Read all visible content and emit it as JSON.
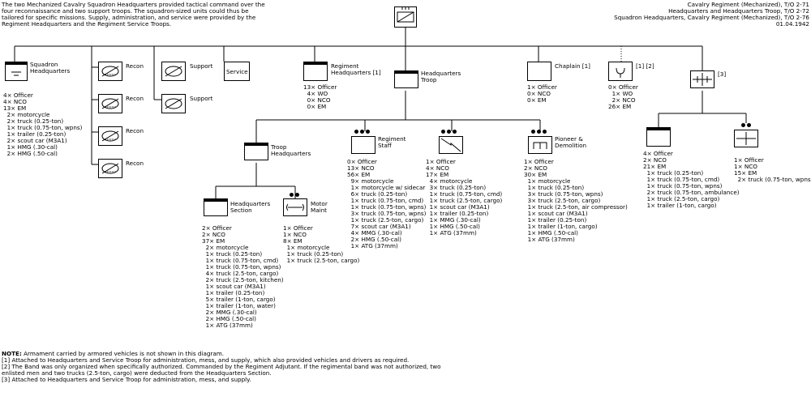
{
  "intro": "The two Mechanized Cavalry Squadron Headquarters provided tactical command over the four reconnaissance and two support troops. The squadron-sized units could thus be tailored for specific missions. Supply, administration, and service were provided by the Regiment Headquarters and the Regiment Service Troops.",
  "header": {
    "line1": "Cavalry Regiment (Mechanized), T/O 2-71",
    "line2": "Headquarters and Headquarters Troop, T/O 2-72",
    "line3": "Squadron Headquarters, Cavalry Regiment (Mechanized), T/O 2-76",
    "date": "01.04.1942"
  },
  "units": {
    "sqhq": {
      "label": "Squadron\nHeadquarters",
      "alloc": [
        "4× Officer",
        "4× NCO",
        "13× EM",
        "  2× motorcycle",
        "  2× truck (0.25-ton)",
        "  1× truck (0.75-ton, wpns)",
        "  1× trailer (0.25-ton)",
        "  2× scout car (M3A1)",
        "  1× HMG (.30-cal)",
        "  2× HMG (.50-cal)"
      ]
    },
    "recon": "Recon",
    "support": "Support",
    "service": "Service",
    "reghq": {
      "label": "Regiment\nHeadquarters [1]",
      "alloc": [
        "13× Officer",
        "  4× WO",
        "  0× NCO",
        "  0× EM"
      ]
    },
    "hqtrp": {
      "label": "Headquarters\nTroop"
    },
    "chaplain": {
      "label": "Chaplain [1]",
      "alloc": [
        "1× Officer",
        "0× NCO",
        "0× EM"
      ]
    },
    "band": {
      "label": "[1] [2]",
      "alloc": [
        "0× Officer",
        "  1× WO",
        "  2× NCO",
        "26× EM"
      ]
    },
    "s3": {
      "label": "[3]"
    },
    "trphq": {
      "label": "Troop\nHeadquarters"
    },
    "regstaff": {
      "label": "Regiment\nStaff",
      "alloc": [
        "0× Officer",
        "13× NCO",
        "56× EM",
        "  9× motorcycle",
        "  1× motorcycle w/ sidecar",
        "  6× truck (0.25-ton)",
        "  1× truck (0.75-ton, cmd)",
        "  1× truck (0.75-ton, wpns)",
        "  3× truck (0.75-ton, wpns)",
        "  1× truck (2.5-ton, cargo)",
        "  7× scout car (M3A1)",
        "  4× MMG (.30-cal)",
        "  2× HMG (.50-cal)",
        "  1× ATG (37mm)"
      ]
    },
    "sig": {
      "label": "",
      "alloc": [
        "1× Officer",
        "4× NCO",
        "17× EM",
        "  4× motorcycle",
        "  3× truck (0.25-ton)",
        "  1× truck (0.75-ton, cmd)",
        "  1× truck (2.5-ton, cargo)",
        "  1× scout car (M3A1)",
        "  1× trailer (0.25-ton)",
        "  1× MMG (.30-cal)",
        "  1× HMG (.50-cal)",
        "  1× ATG (37mm)"
      ]
    },
    "pion": {
      "label": "Pioneer &\nDemolition",
      "alloc": [
        "1× Officer",
        "2× NCO",
        "30× EM",
        "  1× motorcycle",
        "  1× truck (0.25-ton)",
        "  3× truck (0.75-ton, wpns)",
        "  3× truck (2.5-ton, cargo)",
        "  1× truck (2.5-ton, air compressor)",
        "  1× scout car (M3A1)",
        "  1× trailer (0.25-ton)",
        "  1× trailer (1-ton, cargo)",
        "  1× HMG (.50-cal)",
        "  1× ATG (37mm)"
      ]
    },
    "med": {
      "label": "",
      "alloc": [
        "4× Officer",
        "2× NCO",
        "21× EM",
        "  1× truck (0.25-ton)",
        "  1× truck (0.75-ton, cmd)",
        "  1× truck (0.75-ton, wpns)",
        "  2× truck (0.75-ton, ambulance)",
        "  1× truck (2.5-ton, cargo)",
        "  1× trailer (1-ton, cargo)"
      ]
    },
    "medplt": {
      "label": "",
      "alloc": [
        "1× Officer",
        "1× NCO",
        "15× EM",
        "  2× truck (0.75-ton, wpns)"
      ]
    },
    "hqsec": {
      "label": "Headquarters\nSection",
      "alloc": [
        "2× Officer",
        "2× NCO",
        "37× EM",
        "  2× motorcycle",
        "  1× truck (0.25-ton)",
        "  1× truck (0.75-ton, cmd)",
        "  1× truck (0.75-ton, wpns)",
        "  4× truck (2.5-ton, cargo)",
        "  2× truck (2.5-ton, kitchen)",
        "  1× scout car (M3A1)",
        "  1× trailer (0.25-ton)",
        "  5× trailer (1-ton, cargo)",
        "  1× trailer (1-ton, water)",
        "  2× MMG (.30-cal)",
        "  2× HMG (.50-cal)",
        "  1× ATG (37mm)"
      ]
    },
    "maint": {
      "label": "Motor\nMaint",
      "alloc": [
        "1× Officer",
        "1× NCO",
        "8× EM",
        "  1× motorcycle",
        "  1× truck (0.25-ton)",
        "  1× truck (2.5-ton, cargo)"
      ]
    }
  },
  "notes": [
    {
      "prefix": "NOTE:",
      "text": " Armament carried by armored vehicles is not shown in this diagram."
    },
    {
      "prefix": "[1]",
      "text": " Attached to Headquarters and Service Troop for administration, mess, and supply, which also provided vehicles and drivers as required."
    },
    {
      "prefix": "[2]",
      "text": " The Band was only organized when specifically authorized. Commanded by the Regiment Adjutant. If the regimental band was not authorized, two enlisted men and two trucks (2.5-ton, cargo) were deducted from the Headquarters Section."
    },
    {
      "prefix": "[3]",
      "text": " Attached to Headquarters and Service Troop for administration, mess, and supply."
    }
  ]
}
